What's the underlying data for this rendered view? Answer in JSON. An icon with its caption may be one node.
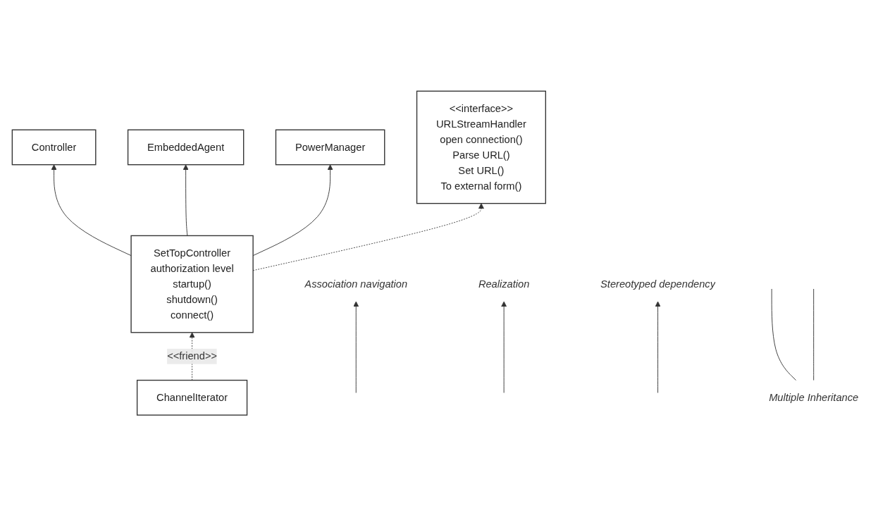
{
  "diagram": {
    "nodes": [
      {
        "text": [
          "Controller"
        ]
      },
      {
        "text": [
          "EmbeddedAgent"
        ]
      },
      {
        "text": [
          "<<interface>>",
          "URLStreamHandler",
          "open connection()",
          "Parse URL()",
          "Set URL()",
          "To external form()"
        ]
      },
      {
        "text": [
          "SetTopController",
          "authorization level",
          "startup()",
          "shutdown()",
          "connect()"
        ]
      },
      {
        "text": [
          "PowerManager"
        ]
      },
      {
        "text": [
          "ChannelIterator"
        ]
      },
      {
        "text": [
          "Multiple Inheritance"
        ]
      },
      {
        "text": [
          "Association navigation"
        ]
      },
      {
        "text": [
          "Realization"
        ]
      },
      {
        "text": [
          "Stereotyped dependency"
        ]
      }
    ],
    "edges": [
      {
        "from": 3,
        "to": 0,
        "arrow": "to"
      },
      {
        "from": 3,
        "to": 1,
        "arrow": "to"
      },
      {
        "from": 3,
        "to": 4,
        "arrow": "to"
      },
      {
        "from": 3,
        "to": 2,
        "arrow": "to",
        "style": "dashed"
      },
      {
        "from": 5,
        "to": 3,
        "arrow": "to",
        "style": "dashed",
        "label": "<<friend>>"
      },
      {
        "from": 6,
        "to": null,
        "arrow": "none"
      },
      {
        "from": 6,
        "to": null,
        "arrow": "none"
      },
      {
        "from": null,
        "to": 7,
        "arrow": "to"
      },
      {
        "from": null,
        "to": 8,
        "arrow": "to"
      },
      {
        "from": null,
        "to": 9,
        "arrow": "to"
      }
    ]
  }
}
